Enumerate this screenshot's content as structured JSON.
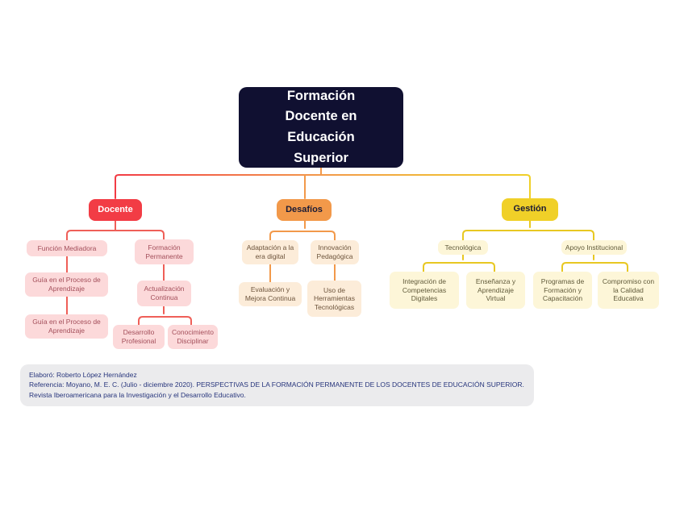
{
  "colors": {
    "root_bg": "#101031",
    "red": "#f23c45",
    "red_light": "#fcd9da",
    "red_text": "#a34e5a",
    "salmon": "#ef5f58",
    "orange": "#f2994a",
    "orange_light": "#fcecd9",
    "orange_text": "#6d543c",
    "yellow": "#f0d028",
    "yellow_line": "#e8c822",
    "yellow_light": "#fdf6d8",
    "yellow_text": "#605a39",
    "dark_text": "#1b1b35",
    "footer_bg": "#ebebed",
    "footer_text": "#27357c"
  },
  "root": {
    "label": "Formación Docente en Educación Superior"
  },
  "branches": {
    "docente": {
      "label": "Docente",
      "children": {
        "funcion_mediadora": "Función Mediadora",
        "formacion_permanente": "Formación Permanente",
        "guia1": "Guía en el Proceso de Aprendizaje",
        "guia2": "Guía en el Proceso de Aprendizaje",
        "actualizacion": "Actualización Continua",
        "desarrollo": "Desarrollo Profesional",
        "conocimiento": "Conocimiento Disciplinar"
      }
    },
    "desafios": {
      "label": "Desafíos",
      "children": {
        "adaptacion": "Adaptación a la era digital",
        "innovacion": "Innovación Pedagógica",
        "evaluacion": "Evaluación y Mejora Continua",
        "uso": "Uso de Herramientas Tecnológicas"
      }
    },
    "gestion": {
      "label": "Gestión",
      "children": {
        "tecnologica": "Tecnológica",
        "apoyo": "Apoyo Institucional",
        "integracion": "Integración de Competencias Digitales",
        "ensenanza": "Enseñanza y Aprendizaje Virtual",
        "programas": "Programas de Formación y Capacitación",
        "compromiso": "Compromiso con la Calidad Educativa"
      }
    }
  },
  "footer": {
    "line1": "Elaboró: Roberto López Hernández",
    "line2": "Referencia: Moyano, M. E. C. (Julio - diciembre 2020). PERSPECTIVAS DE LA FORMACIÓN PERMANENTE DE LOS DOCENTES DE EDUCACIÓN SUPERIOR. Revista Iberoamericana para la Investigación y el Desarrollo Educativo."
  }
}
